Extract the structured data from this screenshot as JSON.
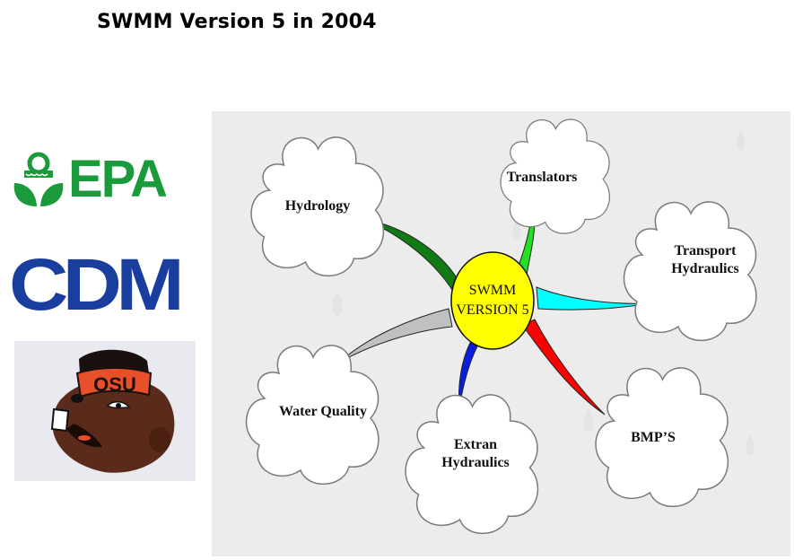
{
  "slide": {
    "title": "SWMM Version 5 in 2004"
  },
  "logos": {
    "epa": {
      "text": "EPA",
      "color": "#1a9a3a",
      "icon": "epa-flower-icon"
    },
    "cdm": {
      "text": "CDM",
      "color": "#1a3e9e"
    },
    "osu": {
      "text": "OSU",
      "icon": "beaver-mascot-icon",
      "hat_color": "#e8502a",
      "fur_color": "#5a2a1a"
    }
  },
  "diagram": {
    "background": "#ececec",
    "center": {
      "line1": "SWMM",
      "line2": "VERSION 5",
      "color": "#ffff00"
    },
    "nodes": [
      {
        "id": "hydrology",
        "lines": [
          "Hydrology"
        ],
        "spoke_color": "#127a12"
      },
      {
        "id": "translators",
        "lines": [
          "Translators"
        ],
        "spoke_color": "#22e022"
      },
      {
        "id": "transport",
        "lines": [
          "Transport",
          "Hydraulics"
        ],
        "spoke_color": "#00ffff"
      },
      {
        "id": "bmps",
        "lines": [
          "BMP’S"
        ],
        "spoke_color": "#ff0000"
      },
      {
        "id": "extran",
        "lines": [
          "Extran",
          "Hydraulics"
        ],
        "spoke_color": "#0a1ee0"
      },
      {
        "id": "water-quality",
        "lines": [
          "Water Quality"
        ],
        "spoke_color": "#c0c0c0"
      }
    ]
  }
}
